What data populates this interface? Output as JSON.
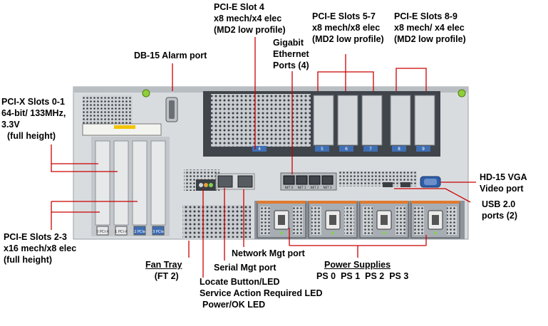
{
  "labels": {
    "pcie_slot4": [
      "PCI-E Slot 4",
      "x8 mech/x4 elec",
      "(MD2 low profile)"
    ],
    "pcie_slots57": [
      "PCI-E Slots 5-7",
      "x8 mech/x8 elec",
      "(MD2 low profile)"
    ],
    "pcie_slots89": [
      "PCI-E Slots 8-9",
      "x8 mech/ x4 elec",
      "(MD2 low profile)"
    ],
    "db15_alarm": "DB-15 Alarm port",
    "gigabit_ethernet": [
      "Gigabit",
      "Ethernet",
      "Ports (4)"
    ],
    "pcix_slots01": [
      "PCI-X Slots 0-1",
      "64-bit/ 133MHz,",
      "3.3V",
      "(full height)"
    ],
    "hd15_vga": [
      "HD-15 VGA",
      "Video port"
    ],
    "usb": [
      "USB 2.0",
      "ports (2)"
    ],
    "pcie_slots23": [
      "PCI-E Slots 2-3",
      "x16 mech/x8 elec",
      "(full height)"
    ],
    "network_mgt": "Network Mgt port",
    "power_supplies": "Power Supplies",
    "ps_names": [
      "PS 0",
      "PS 1",
      "PS 2",
      "PS 3"
    ],
    "fan_tray": [
      "Fan Tray",
      "(FT 2)"
    ],
    "serial_mgt": "Serial Mgt port",
    "leds": [
      "Locate Button/LED",
      "Service Action Required LED",
      "Power/OK LED"
    ]
  },
  "chassis": {
    "pcix_slot_names": [
      "0\nPCI-X",
      "1\nPCI-X",
      "2\nPCIe",
      "3\nPCIe"
    ],
    "low_slot_tags": [
      "4",
      "5",
      "6",
      "7",
      "8",
      "9"
    ],
    "ethernet_port_tags": [
      "NET 0",
      "NET 1",
      "NET 2",
      "NET 3"
    ],
    "colors": {
      "chassis": "#d9dcdf",
      "chassis_dark": "#9aa0a6",
      "slot_blue": "#3f6fb5",
      "psu_orange": "#e07a2e",
      "latch_green": "#8fcf3a"
    }
  }
}
